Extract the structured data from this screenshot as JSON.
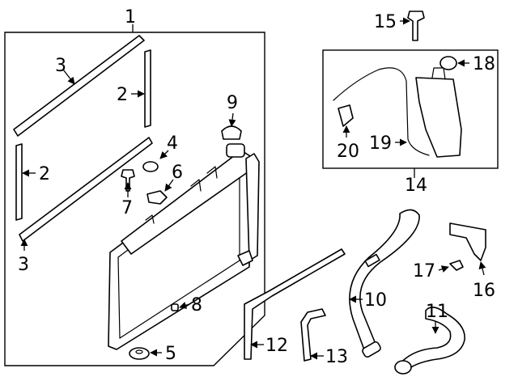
{
  "callouts": {
    "c1": "1",
    "c2a": "2",
    "c2b": "2",
    "c3a": "3",
    "c3b": "3",
    "c4": "4",
    "c5": "5",
    "c6": "6",
    "c7": "7",
    "c8": "8",
    "c9": "9",
    "c10": "10",
    "c11": "11",
    "c12": "12",
    "c13": "13",
    "c14": "14",
    "c15": "15",
    "c16": "16",
    "c17": "17",
    "c18": "18",
    "c19": "19",
    "c20": "20"
  }
}
